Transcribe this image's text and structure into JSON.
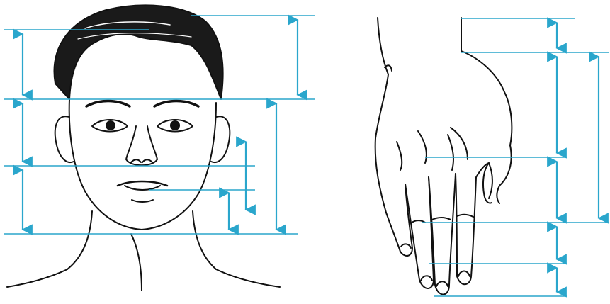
{
  "figure": {
    "panels": [
      {
        "id": "face",
        "subject": "face-front-view"
      },
      {
        "id": "hand",
        "subject": "hand-back-view"
      }
    ],
    "colors": {
      "measure_line": "#2aa6cc",
      "arrow": "#2aa6cc",
      "ink": "#111111",
      "background": "#ffffff"
    }
  }
}
